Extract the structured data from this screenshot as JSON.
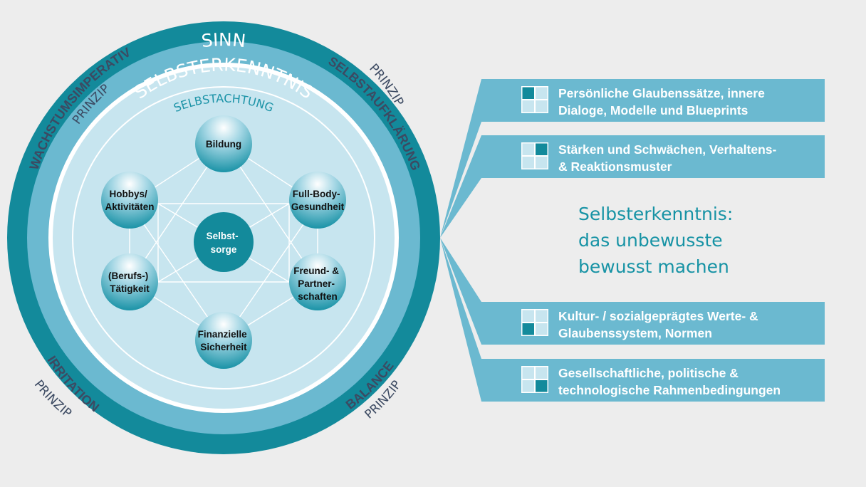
{
  "colors": {
    "dark_teal": "#138a9b",
    "light_teal": "#6bb9d0",
    "pale": "#c7e5ef",
    "background": "#ededed",
    "label_text": "#3c4a62"
  },
  "rings": {
    "outer_label": "SINN",
    "middle_label": "SELBSTERKENNTNIS",
    "inner_label": "SELBSTACHTUNG"
  },
  "principles": {
    "top_left": {
      "prefix": "PRINZIP",
      "name": "WACHSTUMSIMPERATIV"
    },
    "top_right": {
      "prefix": "PRINZIP",
      "name": "SELBSTAUFKLÄRUNG"
    },
    "bottom_left": {
      "prefix": "PRINZIP",
      "name": "IRRITATION"
    },
    "bottom_right": {
      "prefix": "PRINZIP",
      "name": "BALANCE"
    }
  },
  "nodes": {
    "center": [
      "Selbst-",
      "sorge"
    ],
    "top": [
      "Bildung"
    ],
    "upper_right": [
      "Full-Body-",
      "Gesundheit"
    ],
    "lower_right": [
      "Freund- &",
      "Partner-",
      "schaften"
    ],
    "bottom": [
      "Finanzielle",
      "Sicherheit"
    ],
    "lower_left": [
      "(Berufs-)",
      "Tätigkeit"
    ],
    "upper_left": [
      "Hobbys/",
      "Aktivitäten"
    ]
  },
  "boxes": [
    {
      "icon": "quadrant-top-left-icon",
      "lines": [
        "Persönliche Glaubenssätze, innere",
        "Dialoge, Modelle und Blueprints"
      ]
    },
    {
      "icon": "quadrant-top-right-icon",
      "lines": [
        "Stärken und Schwächen, Verhaltens-",
        "& Reaktionsmuster"
      ]
    },
    {
      "icon": "quadrant-bottom-left-icon",
      "lines": [
        "Kultur- / sozialgeprägtes Werte- &",
        "Glaubenssystem, Normen"
      ]
    },
    {
      "icon": "quadrant-bottom-right-icon",
      "lines": [
        "Gesellschaftliche, politische &",
        "technologische Rahmenbedingungen"
      ]
    }
  ],
  "center_statement": [
    "Selbsterkenntnis:",
    "das unbewusste",
    "bewusst machen"
  ]
}
